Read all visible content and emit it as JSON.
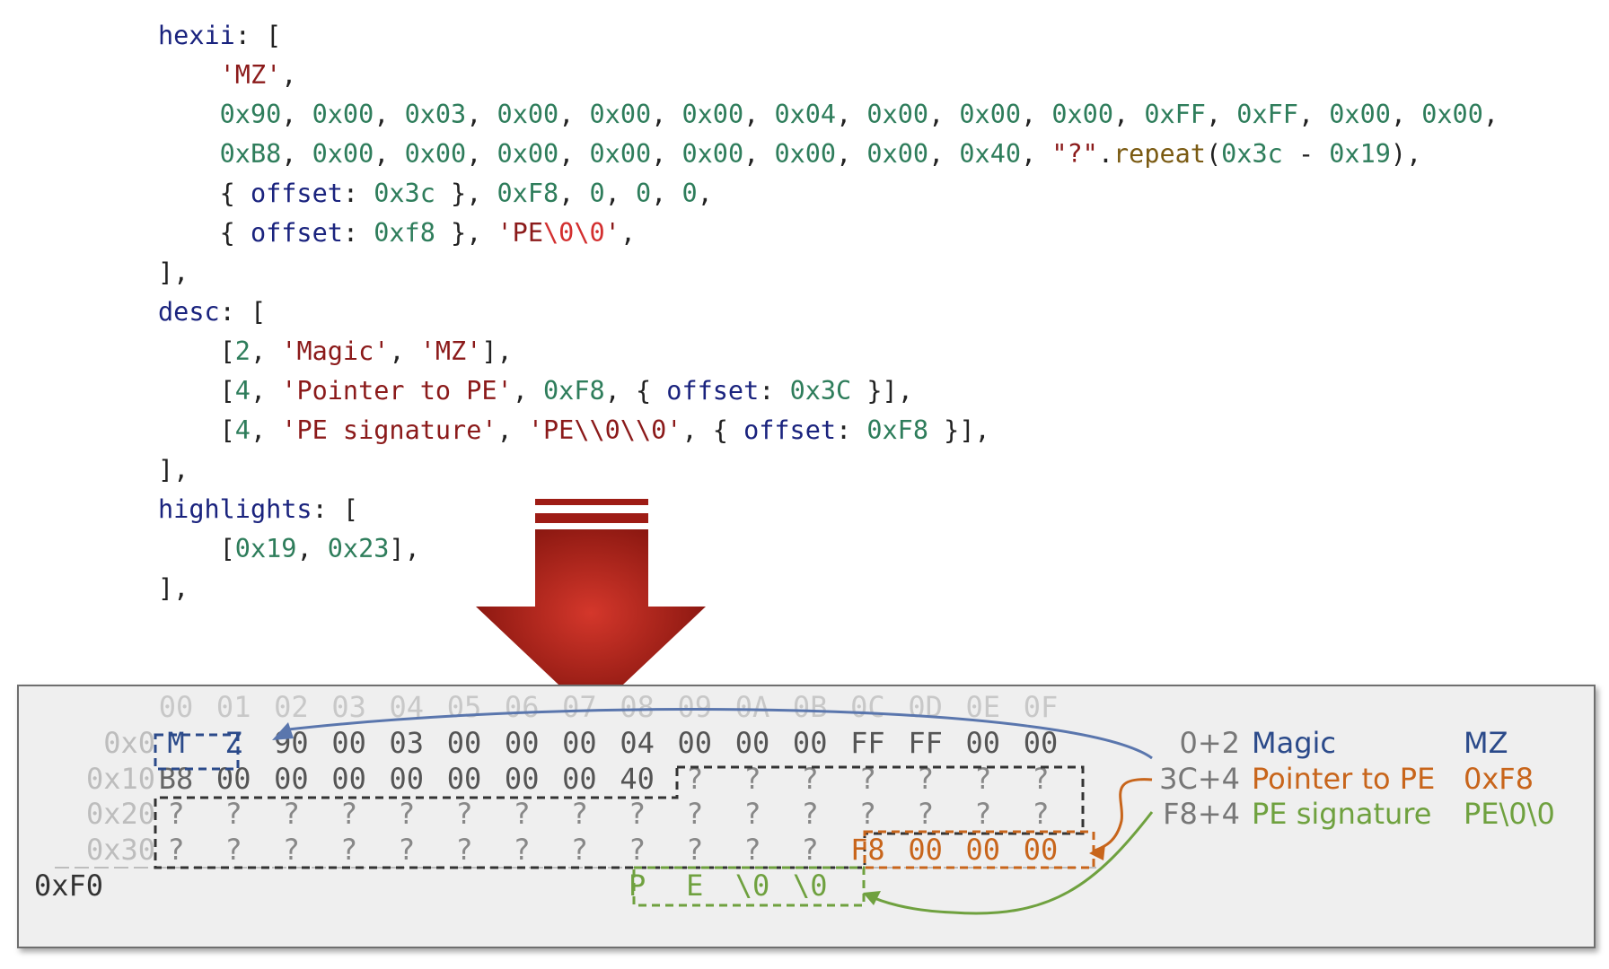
{
  "code": {
    "lines": [
      [
        {
          "t": "hexii",
          "c": "k"
        },
        {
          "t": ": [",
          "c": "p"
        }
      ],
      [
        {
          "t": "    ",
          "c": "p"
        },
        {
          "t": "'MZ'",
          "c": "s"
        },
        {
          "t": ",",
          "c": "p"
        }
      ],
      [
        {
          "t": "    ",
          "c": "p"
        },
        {
          "t": "0x90",
          "c": "n"
        },
        {
          "t": ", ",
          "c": "p"
        },
        {
          "t": "0x00",
          "c": "n"
        },
        {
          "t": ", ",
          "c": "p"
        },
        {
          "t": "0x03",
          "c": "n"
        },
        {
          "t": ", ",
          "c": "p"
        },
        {
          "t": "0x00",
          "c": "n"
        },
        {
          "t": ", ",
          "c": "p"
        },
        {
          "t": "0x00",
          "c": "n"
        },
        {
          "t": ", ",
          "c": "p"
        },
        {
          "t": "0x00",
          "c": "n"
        },
        {
          "t": ", ",
          "c": "p"
        },
        {
          "t": "0x04",
          "c": "n"
        },
        {
          "t": ", ",
          "c": "p"
        },
        {
          "t": "0x00",
          "c": "n"
        },
        {
          "t": ", ",
          "c": "p"
        },
        {
          "t": "0x00",
          "c": "n"
        },
        {
          "t": ", ",
          "c": "p"
        },
        {
          "t": "0x00",
          "c": "n"
        },
        {
          "t": ", ",
          "c": "p"
        },
        {
          "t": "0xFF",
          "c": "n"
        },
        {
          "t": ", ",
          "c": "p"
        },
        {
          "t": "0xFF",
          "c": "n"
        },
        {
          "t": ", ",
          "c": "p"
        },
        {
          "t": "0x00",
          "c": "n"
        },
        {
          "t": ", ",
          "c": "p"
        },
        {
          "t": "0x00",
          "c": "n"
        },
        {
          "t": ",",
          "c": "p"
        }
      ],
      [
        {
          "t": "    ",
          "c": "p"
        },
        {
          "t": "0xB8",
          "c": "n"
        },
        {
          "t": ", ",
          "c": "p"
        },
        {
          "t": "0x00",
          "c": "n"
        },
        {
          "t": ", ",
          "c": "p"
        },
        {
          "t": "0x00",
          "c": "n"
        },
        {
          "t": ", ",
          "c": "p"
        },
        {
          "t": "0x00",
          "c": "n"
        },
        {
          "t": ", ",
          "c": "p"
        },
        {
          "t": "0x00",
          "c": "n"
        },
        {
          "t": ", ",
          "c": "p"
        },
        {
          "t": "0x00",
          "c": "n"
        },
        {
          "t": ", ",
          "c": "p"
        },
        {
          "t": "0x00",
          "c": "n"
        },
        {
          "t": ", ",
          "c": "p"
        },
        {
          "t": "0x00",
          "c": "n"
        },
        {
          "t": ", ",
          "c": "p"
        },
        {
          "t": "0x40",
          "c": "n"
        },
        {
          "t": ", ",
          "c": "p"
        },
        {
          "t": "\"?\"",
          "c": "s"
        },
        {
          "t": ".",
          "c": "p"
        },
        {
          "t": "repeat",
          "c": "f"
        },
        {
          "t": "(",
          "c": "p"
        },
        {
          "t": "0x3c",
          "c": "n"
        },
        {
          "t": " - ",
          "c": "p"
        },
        {
          "t": "0x19",
          "c": "n"
        },
        {
          "t": "),",
          "c": "p"
        }
      ],
      [
        {
          "t": "    { ",
          "c": "p"
        },
        {
          "t": "offset",
          "c": "k"
        },
        {
          "t": ": ",
          "c": "p"
        },
        {
          "t": "0x3c",
          "c": "n"
        },
        {
          "t": " }, ",
          "c": "p"
        },
        {
          "t": "0xF8",
          "c": "n"
        },
        {
          "t": ", ",
          "c": "p"
        },
        {
          "t": "0",
          "c": "n"
        },
        {
          "t": ", ",
          "c": "p"
        },
        {
          "t": "0",
          "c": "n"
        },
        {
          "t": ", ",
          "c": "p"
        },
        {
          "t": "0",
          "c": "n"
        },
        {
          "t": ",",
          "c": "p"
        }
      ],
      [
        {
          "t": "    { ",
          "c": "p"
        },
        {
          "t": "offset",
          "c": "k"
        },
        {
          "t": ": ",
          "c": "p"
        },
        {
          "t": "0xf8",
          "c": "n"
        },
        {
          "t": " }, ",
          "c": "p"
        },
        {
          "t": "'PE",
          "c": "s"
        },
        {
          "t": "\\0\\0",
          "c": "e"
        },
        {
          "t": "'",
          "c": "s"
        },
        {
          "t": ",",
          "c": "p"
        }
      ],
      [
        {
          "t": "],",
          "c": "p"
        }
      ],
      [
        {
          "t": "desc",
          "c": "k"
        },
        {
          "t": ": [",
          "c": "p"
        }
      ],
      [
        {
          "t": "    [",
          "c": "p"
        },
        {
          "t": "2",
          "c": "n"
        },
        {
          "t": ", ",
          "c": "p"
        },
        {
          "t": "'Magic'",
          "c": "s"
        },
        {
          "t": ", ",
          "c": "p"
        },
        {
          "t": "'MZ'",
          "c": "s"
        },
        {
          "t": "],",
          "c": "p"
        }
      ],
      [
        {
          "t": "    [",
          "c": "p"
        },
        {
          "t": "4",
          "c": "n"
        },
        {
          "t": ", ",
          "c": "p"
        },
        {
          "t": "'Pointer to PE'",
          "c": "s"
        },
        {
          "t": ", ",
          "c": "p"
        },
        {
          "t": "0xF8",
          "c": "n"
        },
        {
          "t": ", { ",
          "c": "p"
        },
        {
          "t": "offset",
          "c": "k"
        },
        {
          "t": ": ",
          "c": "p"
        },
        {
          "t": "0x3C",
          "c": "n"
        },
        {
          "t": " }],",
          "c": "p"
        }
      ],
      [
        {
          "t": "    [",
          "c": "p"
        },
        {
          "t": "4",
          "c": "n"
        },
        {
          "t": ", ",
          "c": "p"
        },
        {
          "t": "'PE signature'",
          "c": "s"
        },
        {
          "t": ", ",
          "c": "p"
        },
        {
          "t": "'PE\\\\0\\\\0'",
          "c": "s"
        },
        {
          "t": ", { ",
          "c": "p"
        },
        {
          "t": "offset",
          "c": "k"
        },
        {
          "t": ": ",
          "c": "p"
        },
        {
          "t": "0xF8",
          "c": "n"
        },
        {
          "t": " }],",
          "c": "p"
        }
      ],
      [
        {
          "t": "],",
          "c": "p"
        }
      ],
      [
        {
          "t": "highlights",
          "c": "k"
        },
        {
          "t": ": [",
          "c": "p"
        }
      ],
      [
        {
          "t": "    [",
          "c": "p"
        },
        {
          "t": "0x19",
          "c": "n"
        },
        {
          "t": ", ",
          "c": "p"
        },
        {
          "t": "0x23",
          "c": "n"
        },
        {
          "t": "],",
          "c": "p"
        }
      ],
      [
        {
          "t": "],",
          "c": "p"
        }
      ]
    ]
  },
  "hexview": {
    "column_headers": [
      "00",
      "01",
      "02",
      "03",
      "04",
      "05",
      "06",
      "07",
      "08",
      "09",
      "0A",
      "0B",
      "0C",
      "0D",
      "0E",
      "0F"
    ],
    "rows": [
      {
        "offset": "0x0",
        "cells": [
          "M",
          "Z",
          "90",
          "00",
          "03",
          "00",
          "00",
          "00",
          "04",
          "00",
          "00",
          "00",
          "FF",
          "FF",
          "00",
          "00"
        ]
      },
      {
        "offset": "0x10",
        "cells": [
          "B8",
          "00",
          "00",
          "00",
          "00",
          "00",
          "00",
          "00",
          "40",
          "?",
          "?",
          "?",
          "?",
          "?",
          "?",
          "?"
        ]
      },
      {
        "offset": "0x20",
        "cells": [
          "?",
          "?",
          "?",
          "?",
          "?",
          "?",
          "?",
          "?",
          "?",
          "?",
          "?",
          "?",
          "?",
          "?",
          "?",
          "?"
        ]
      },
      {
        "offset": "0x30",
        "cells": [
          "?",
          "?",
          "?",
          "?",
          "?",
          "?",
          "?",
          "?",
          "?",
          "?",
          "?",
          "?",
          "F8",
          "00",
          "00",
          "00"
        ]
      },
      {
        "offset": "0xF0",
        "cells": [
          "",
          "",
          "",
          "",
          "",
          "",
          "",
          "",
          "P",
          "E",
          "\\0",
          "\\0",
          "",
          "",
          "",
          ""
        ]
      }
    ],
    "descriptions": [
      {
        "range": "0+2",
        "name": "Magic",
        "value": "MZ",
        "color": "#2b4a8a"
      },
      {
        "range": "3C+4",
        "name": "Pointer to PE",
        "value": "0xF8",
        "color": "#c8651b"
      },
      {
        "range": "F8+4",
        "name": "PE signature",
        "value": "PE\\0\\0",
        "color": "#6fa13f"
      }
    ]
  },
  "colors": {
    "arrow": "#b8221a",
    "magic": "#2b4a8a",
    "pointer": "#c8651b",
    "signature": "#6fa13f",
    "highlight": "#333333"
  }
}
